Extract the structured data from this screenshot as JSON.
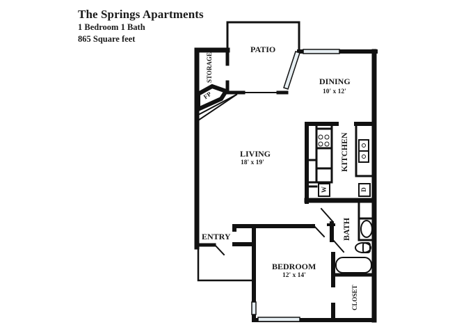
{
  "header": {
    "title": "The Springs Apartments",
    "layout": "1 Bedroom 1 Bath",
    "area": "865 Square feet"
  },
  "rooms": {
    "patio": {
      "label": "PATIO"
    },
    "storage": {
      "label": "STORAGE"
    },
    "fireplace": {
      "label": "FP"
    },
    "dining": {
      "label": "DINING",
      "dimensions": "10' x 12'"
    },
    "living": {
      "label": "LIVING",
      "dimensions": "18' x 19'"
    },
    "kitchen": {
      "label": "KITCHEN"
    },
    "bath": {
      "label": "BATH"
    },
    "entry": {
      "label": "ENTRY"
    },
    "bedroom": {
      "label": "BEDROOM",
      "dimensions": "12' x 14'"
    },
    "closet": {
      "label": "CLOSET"
    }
  },
  "appliances": {
    "washer": "W",
    "dryer": "D"
  },
  "colors": {
    "wall": "#111111",
    "window_fill": "#e6eef2",
    "background": "#ffffff"
  }
}
